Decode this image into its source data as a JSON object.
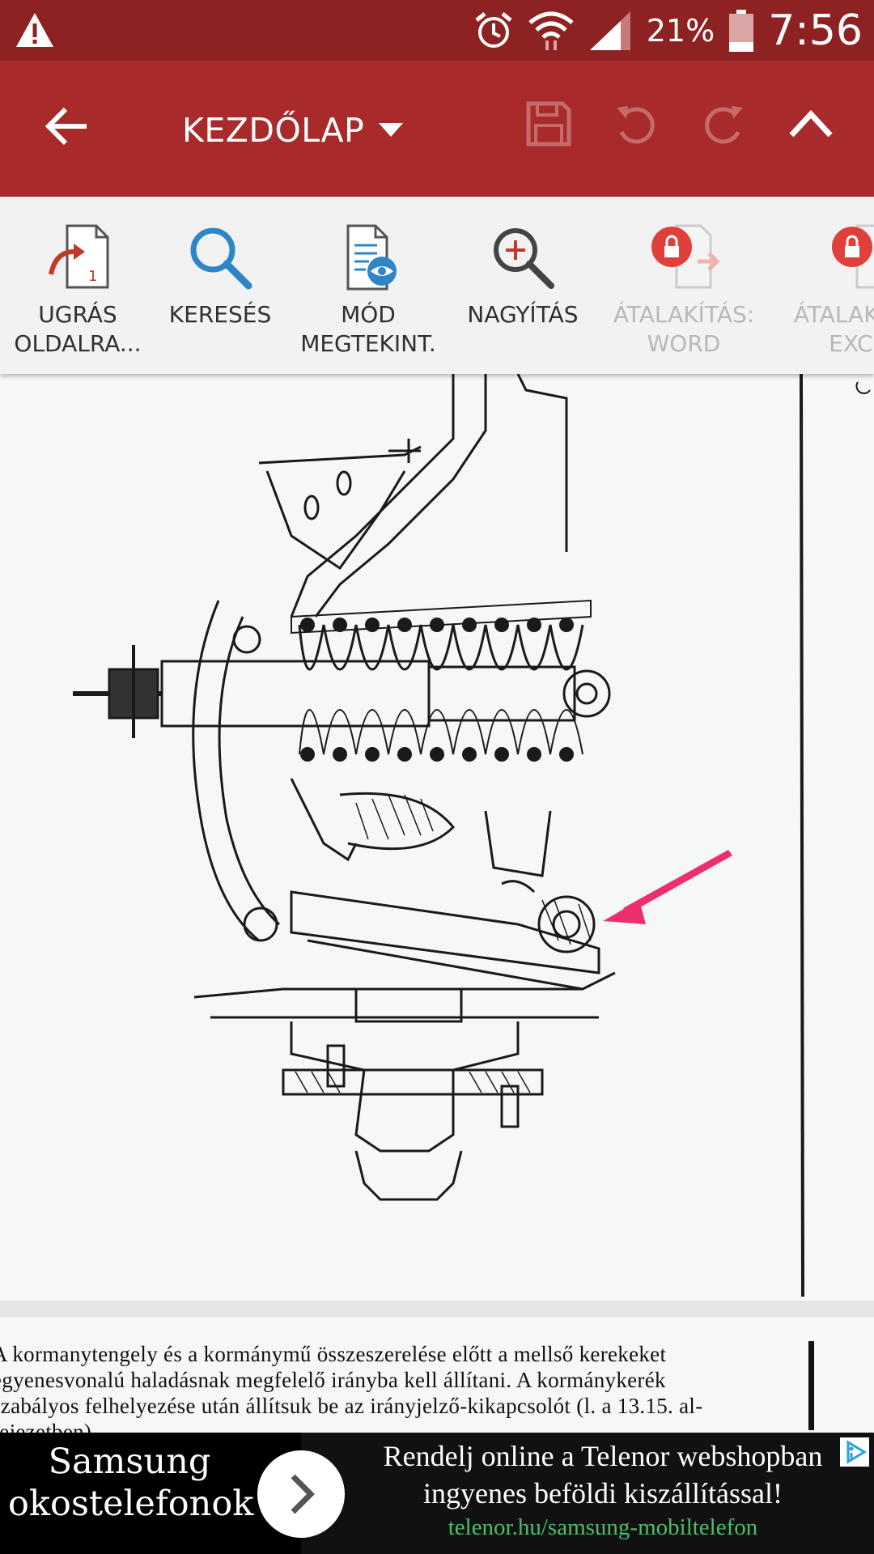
{
  "status_bar": {
    "battery": "21%",
    "time": "7:56",
    "icons": [
      "warning-icon",
      "alarm-icon",
      "wifi-icon",
      "signal-icon",
      "battery-icon"
    ]
  },
  "toolbar": {
    "title": "KEZDŐLAP",
    "icons": [
      "back-arrow-icon",
      "dropdown-caret-icon",
      "save-icon",
      "undo-icon",
      "redo-icon",
      "collapse-chevron-icon"
    ]
  },
  "ribbon": {
    "items": [
      {
        "line1": "UGRÁS",
        "line2": "OLDALRA..."
      },
      {
        "line1": "KERESÉS",
        "line2": ""
      },
      {
        "line1": "MÓD",
        "line2": "MEGTEKINT."
      },
      {
        "line1": "NAGYÍTÁS",
        "line2": ""
      },
      {
        "line1": "ÁTALAKÍTÁS:",
        "line2": "WORD"
      },
      {
        "line1": "ÁTALAKÍTÁS:",
        "line2": "EXCEL"
      }
    ],
    "icon_badge": "1"
  },
  "document": {
    "lines": [
      "A kormanytengely és a kormánymű összeszerelése előtt a mellső kerekeket",
      "egyenesvonalú haladásnak megfelelő irányba kell állítani. A kormánykerék",
      "szabályos felhelyezése után állítsuk be az irányjelző-kikapcsolót (l. a 13.15. al-",
      "fejezetben)."
    ]
  },
  "ad": {
    "left_line1": "Samsung",
    "left_line2": "okostelefonok",
    "right_line1": "Rendelj online a Telenor webshopban",
    "right_line2": "ingyenes beföldi kiszállítással!",
    "url": "telenor.hu/samsung-mobiltelefon"
  },
  "colors": {
    "status_bar": "#8e2222",
    "toolbar": "#a92a2a",
    "ribbon": "#f2f2f2",
    "accent_blue": "#2f86c6",
    "lock_red": "#e0403a",
    "arrow_pink": "#ee2f6e",
    "ad_url_green": "#4bbf6c"
  }
}
